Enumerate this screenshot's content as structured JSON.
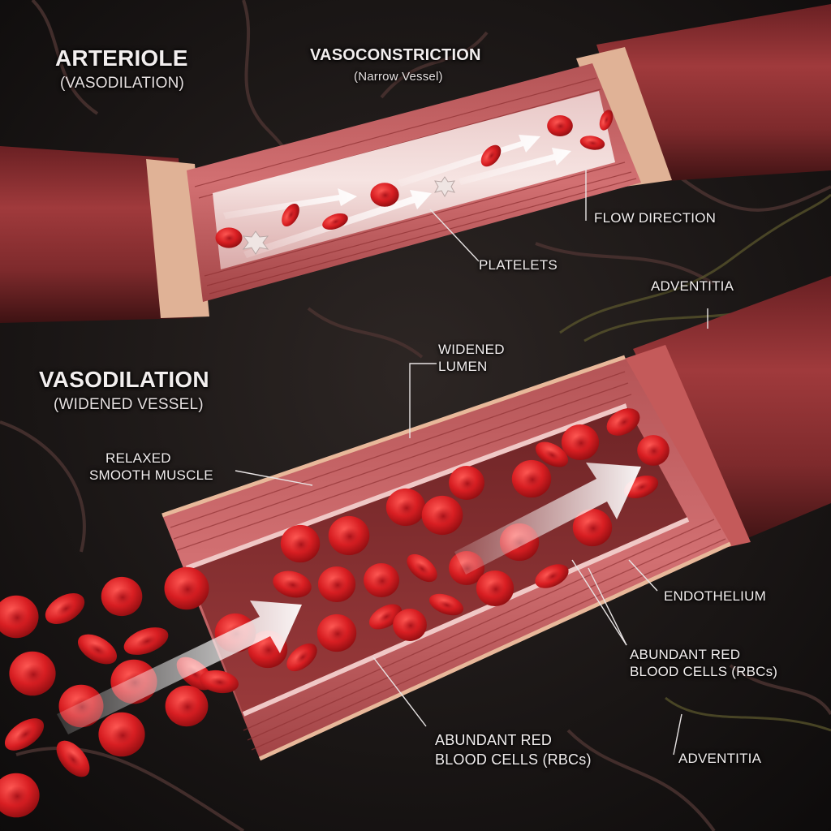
{
  "labels": {
    "arteriole_title": "ARTERIOLE",
    "arteriole_subtitle": "(VASODILATION)",
    "vasoconstriction_title": "VASOCONSTRICTION",
    "vasoconstriction_subtitle": "(Narrow Vessel)",
    "vasodilation_title": "VASODILATION",
    "vasodilation_subtitle": "(WIDENED VESSEL)",
    "flow_direction": "FLOW DIRECTION",
    "platelets": "PLATELETS",
    "adventitia_top": "ADVENTITIA",
    "widened_lumen": [
      "WIDENED",
      "LUMEN"
    ],
    "relaxed_smooth_muscle": [
      "RELAXED",
      "SMOOTH MUSCLE"
    ],
    "endothelium": "ENDOTHELIUM",
    "abundant_rbc_right": [
      "ABUNDANT RED",
      "BLOOD CELLS (RBCs)"
    ],
    "abundant_rbc_bottom": [
      "ABUNDANT RED",
      "BLOOD CELLS (RBCs)"
    ],
    "adventitia_bottom": "ADVENTITIA"
  },
  "colors": {
    "background": "#151212",
    "vessel_wall": "#a8484a",
    "adventitia": "#7e2a2c",
    "lumen": "#f0d8d6",
    "rbc": "#d41f24",
    "flow_arrow": "#f4f4f4"
  }
}
